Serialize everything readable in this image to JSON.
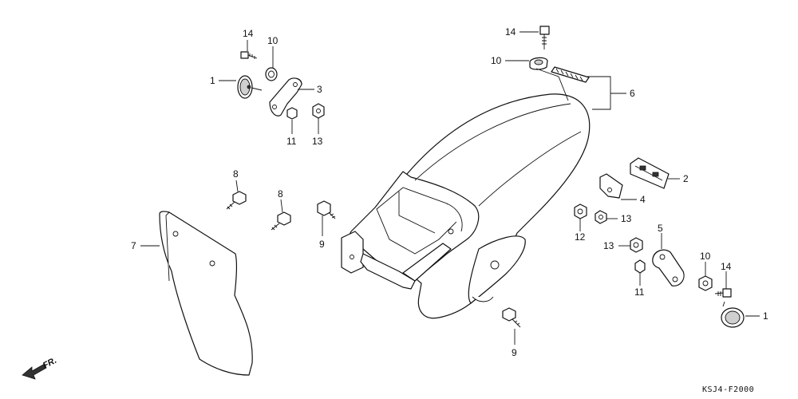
{
  "diagram": {
    "reference_code": "KSJ4-F2000",
    "front_indicator": "FR.",
    "callouts": {
      "c14a": "14",
      "c10a": "10",
      "c1a": "1",
      "c3": "3",
      "c11a": "11",
      "c13a": "13",
      "c14b": "14",
      "c10b": "10",
      "c6": "6",
      "c8a": "8",
      "c8b": "8",
      "c9a": "9",
      "c7": "7",
      "c2": "2",
      "c4": "4",
      "c13b": "13",
      "c12": "12",
      "c13c": "13",
      "c5": "5",
      "c11b": "11",
      "c10c": "10",
      "c14c": "14",
      "c1b": "1",
      "c9b": "9"
    }
  }
}
